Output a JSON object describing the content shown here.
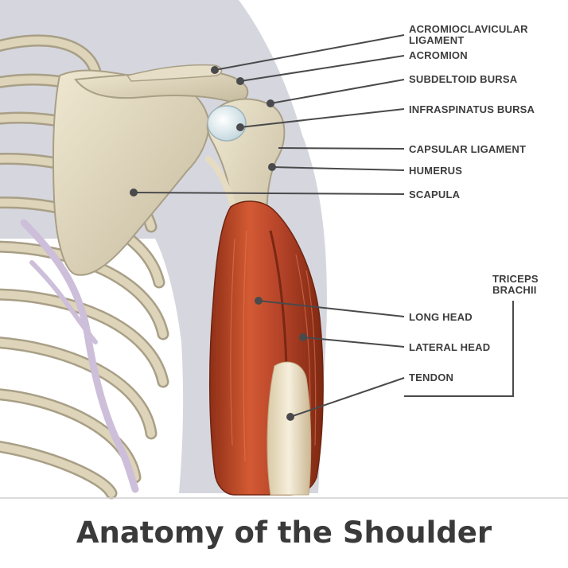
{
  "title": "Anatomy of the Shoulder",
  "labels": {
    "acromioclavicular_ligament_line1": "ACROMIOCLAVICULAR",
    "acromioclavicular_ligament_line2": "LIGAMENT",
    "acromion": "ACROMION",
    "subdeltoid_bursa": "SUBDELTOID BURSA",
    "infraspinatus_bursa": "INFRASPINATUS BURSA",
    "capsular_ligament": "CAPSULAR LIGAMENT",
    "humerus": "HUMERUS",
    "scapula": "SCAPULA",
    "triceps_line1": "TRICEPS",
    "triceps_line2": "BRACHII",
    "long_head": "LONG HEAD",
    "lateral_head": "LATERAL HEAD",
    "tendon": "TENDON"
  },
  "colors": {
    "backdrop": "#d6d6de",
    "bone": "#dfd7bf",
    "bone_shadow": "#a89f86",
    "muscle": "#c8502c",
    "muscle_dark": "#8f2f17",
    "tendon": "#ece1c6",
    "cartilage": "#dfeef2",
    "nerve": "#cdbfd9",
    "label_text": "#3d3d3f",
    "title_text": "#3a3a3a"
  }
}
